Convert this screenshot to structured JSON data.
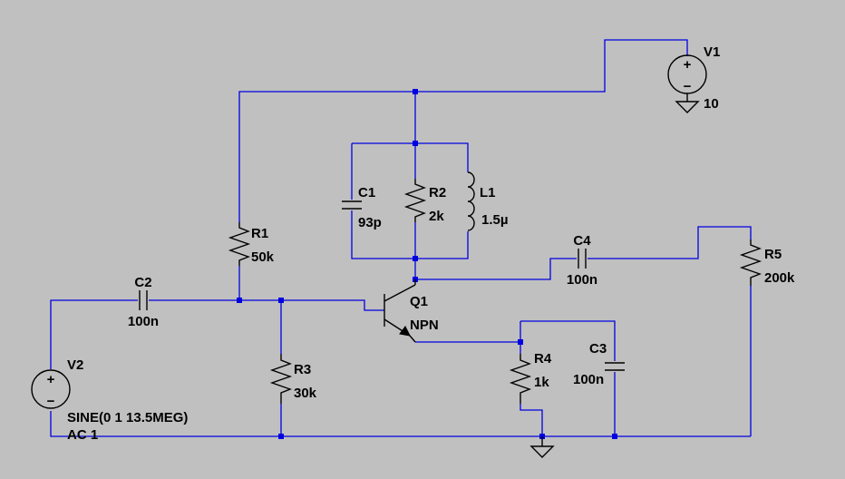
{
  "components": {
    "V1": {
      "ref": "V1",
      "value": "10"
    },
    "V2": {
      "ref": "V2",
      "value_line1": "SINE(0 1 13.5MEG)",
      "value_line2": "AC 1"
    },
    "R1": {
      "ref": "R1",
      "value": "50k"
    },
    "R2": {
      "ref": "R2",
      "value": "2k"
    },
    "R3": {
      "ref": "R3",
      "value": "30k"
    },
    "R4": {
      "ref": "R4",
      "value": "1k"
    },
    "R5": {
      "ref": "R5",
      "value": "200k"
    },
    "C1": {
      "ref": "C1",
      "value": "93p"
    },
    "C2": {
      "ref": "C2",
      "value": "100n"
    },
    "C3": {
      "ref": "C3",
      "value": "100n"
    },
    "C4": {
      "ref": "C4",
      "value": "100n"
    },
    "L1": {
      "ref": "L1",
      "value": "1.5µ"
    },
    "Q1": {
      "ref": "Q1",
      "value": "NPN"
    }
  },
  "symbols": {
    "plus": "+",
    "minus": "−"
  },
  "colors": {
    "background": "#c0c0c0",
    "wire": "#0000e0",
    "component": "#000000"
  }
}
